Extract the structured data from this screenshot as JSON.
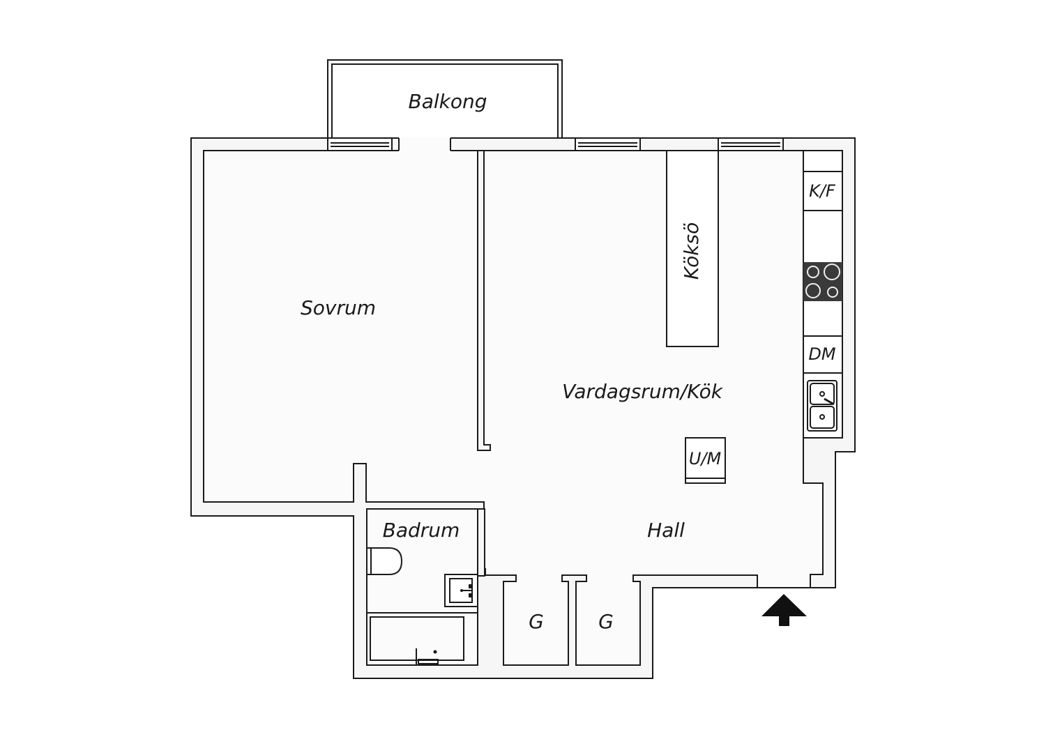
{
  "rooms": {
    "balkong": "Balkong",
    "sovrum": "Sovrum",
    "vardagsrum_kok": "Vardagsrum/Kök",
    "kokso": "Köksö",
    "kf": "K/F",
    "dm": "DM",
    "um": "U/M",
    "badrum": "Badrum",
    "hall": "Hall",
    "g1": "G",
    "g2": "G"
  },
  "icons": {
    "entrance": "arrow-up-icon",
    "stove": "stove-icon",
    "sink": "kitchen-sink-icon",
    "toilet": "toilet-icon",
    "washbasin": "washbasin-icon",
    "bathtub": "bathtub-icon"
  },
  "colors": {
    "line": "#1a1a1a",
    "floor": "#fbfbfb",
    "stove": "#3a3a3a"
  }
}
